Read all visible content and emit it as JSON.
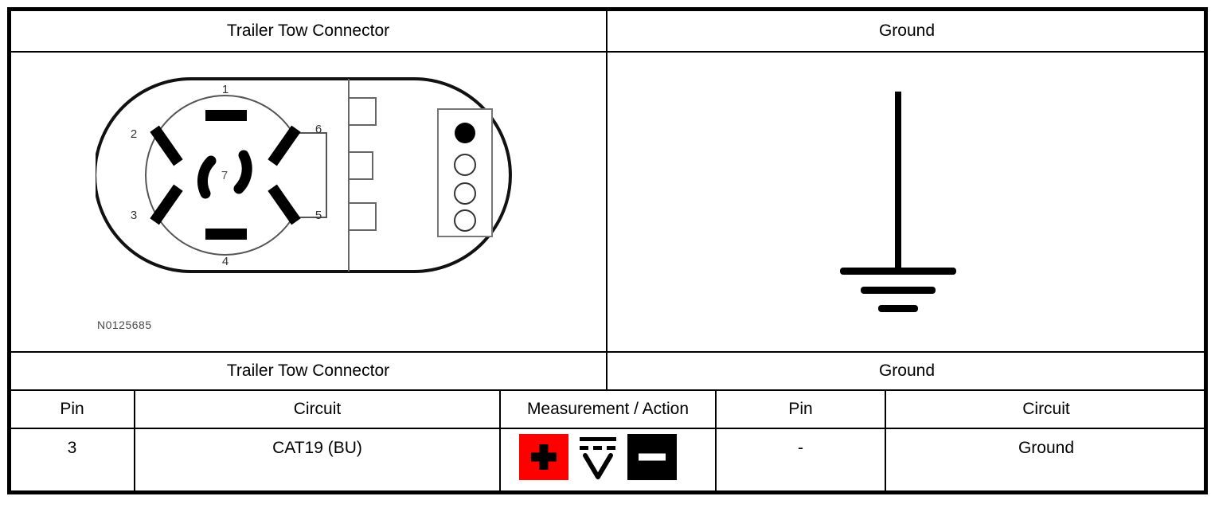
{
  "panels": {
    "left_title": "Trailer Tow Connector",
    "right_title": "Ground",
    "left_part_number": "N0125685"
  },
  "section_titles": {
    "left": "Trailer Tow Connector",
    "right": "Ground"
  },
  "table": {
    "headers": {
      "left_pin": "Pin",
      "left_circuit": "Circuit",
      "measurement": "Measurement / Action",
      "right_pin": "Pin",
      "right_circuit": "Circuit"
    },
    "rows": [
      {
        "left_pin": "3",
        "left_circuit": "CAT19 (BU)",
        "measurement_icons": [
          "positive-probe-icon",
          "dc-voltage-icon",
          "negative-probe-icon"
        ],
        "right_pin": "-",
        "right_circuit": "Ground"
      }
    ]
  },
  "connector_diagram": {
    "type": "7-way trailer tow connector",
    "pin_labels": [
      "1",
      "2",
      "3",
      "4",
      "5",
      "6",
      "7"
    ],
    "secondary_block_contacts": [
      "filled",
      "hollow",
      "hollow",
      "hollow"
    ]
  },
  "ground_symbol": {
    "name": "chassis-ground-symbol"
  },
  "colors": {
    "positive": "#ff0000",
    "negative": "#000000",
    "frame": "#000000",
    "background": "#ffffff"
  }
}
